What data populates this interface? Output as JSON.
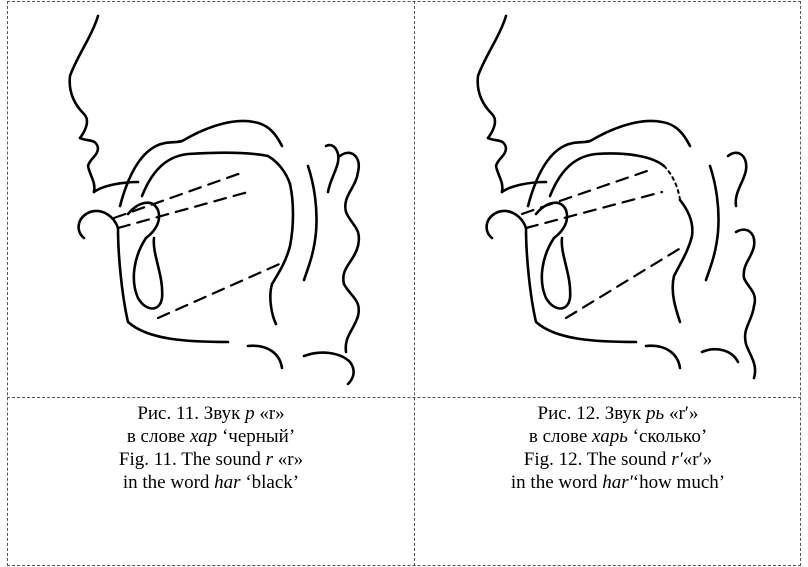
{
  "figures": [
    {
      "id": "fig11",
      "caption": {
        "ru_prefix": "Рис. 11. Звук ",
        "ru_sound": "р",
        "ru_gloss": " «r»",
        "ru_word_prefix": "в слове ",
        "ru_word": "хар",
        "ru_meaning": " ‘черный’",
        "en_prefix": "Fig. 11. The sound ",
        "en_sound": "r",
        "en_gloss": " «r»",
        "en_word_prefix": "in the word ",
        "en_word": "har",
        "en_meaning": " ‘black’"
      }
    },
    {
      "id": "fig12",
      "caption": {
        "ru_prefix": "Рис. 12. Звук ",
        "ru_sound": "рь",
        "ru_gloss": " «r′»",
        "ru_word_prefix": "в слове ",
        "ru_word": "харь",
        "ru_meaning": " ‘сколько’",
        "en_prefix": "Fig. 12. The sound ",
        "en_sound": "r′",
        "en_gloss": "«r′»",
        "en_word_prefix": "in the word ",
        "en_word": "har′",
        "en_meaning": "‘how much’"
      }
    }
  ]
}
